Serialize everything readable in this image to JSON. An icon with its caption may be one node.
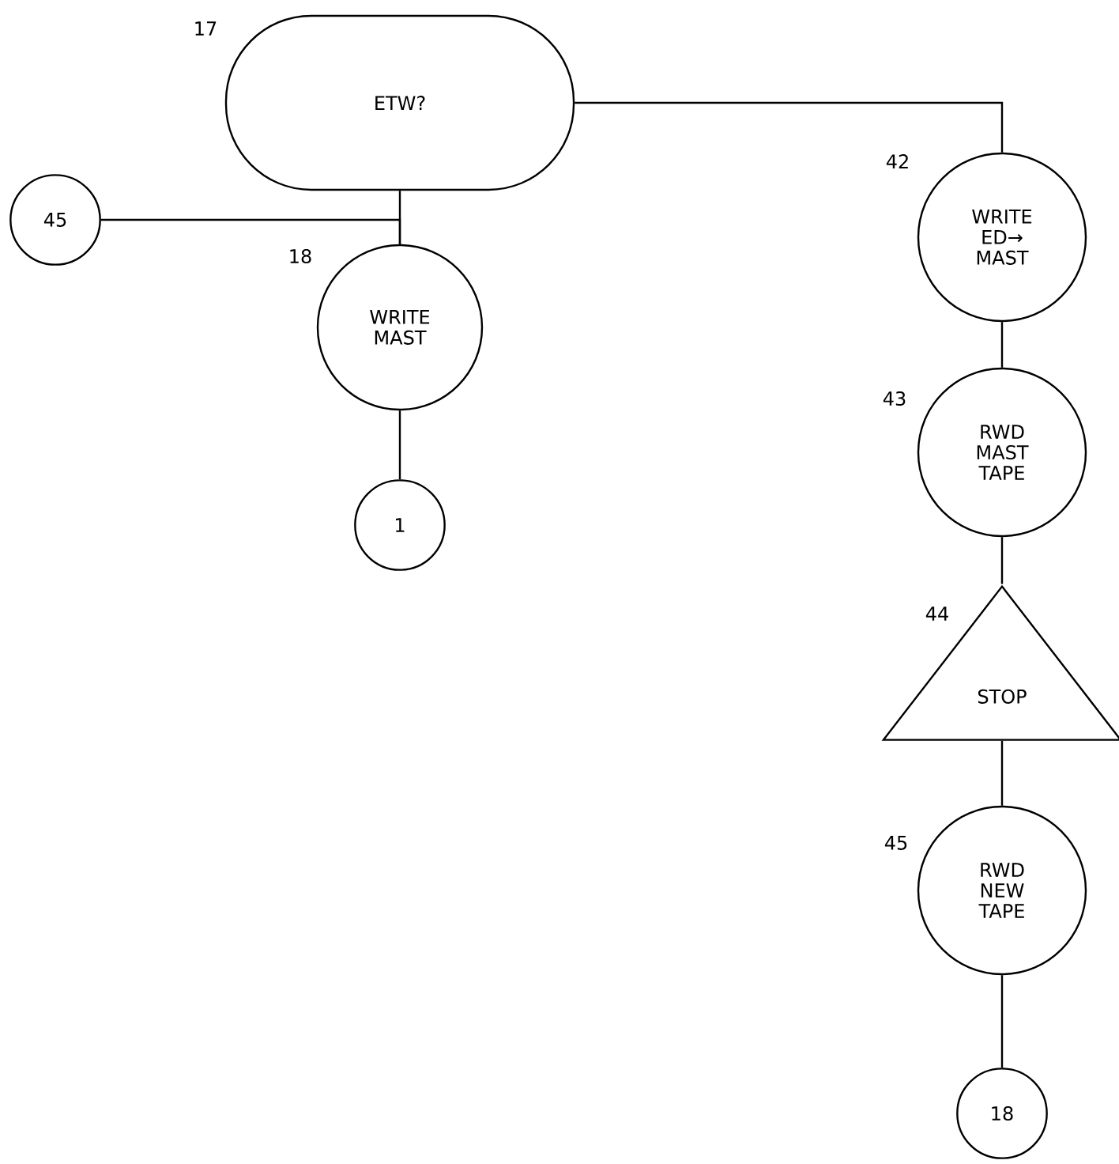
{
  "diagram": {
    "nodes": [
      {
        "text": [
          "ETW?"
        ],
        "beside": [
          "17"
        ]
      },
      {
        "text": [
          "45"
        ]
      },
      {
        "text": [
          "WRITE MAST"
        ],
        "beside": [
          "18"
        ]
      },
      {
        "text": [
          "1"
        ]
      },
      {
        "text": [
          "WRITE ED→ MAST"
        ],
        "beside": [
          "42"
        ]
      },
      {
        "text": [
          "RWD MAST TAPE"
        ],
        "beside": [
          "43"
        ]
      },
      {
        "text": [
          "STOP"
        ],
        "beside": [
          "44"
        ]
      },
      {
        "text": [
          "RWD NEW TAPE"
        ],
        "beside": [
          "45"
        ]
      },
      {
        "text": [
          "18"
        ]
      }
    ],
    "edges": [
      {
        "from": 0,
        "to": 4,
        "arrow": "none"
      },
      {
        "from": 0,
        "to": 2,
        "arrow": "none"
      },
      {
        "from": 1,
        "to": 2,
        "arrow": "none"
      },
      {
        "from": 2,
        "to": 3,
        "arrow": "none"
      },
      {
        "from": 4,
        "to": 5,
        "arrow": "none"
      },
      {
        "from": 5,
        "to": 6,
        "arrow": "none"
      },
      {
        "from": 6,
        "to": 7,
        "arrow": "none"
      },
      {
        "from": 7,
        "to": 8,
        "arrow": "none"
      }
    ]
  }
}
